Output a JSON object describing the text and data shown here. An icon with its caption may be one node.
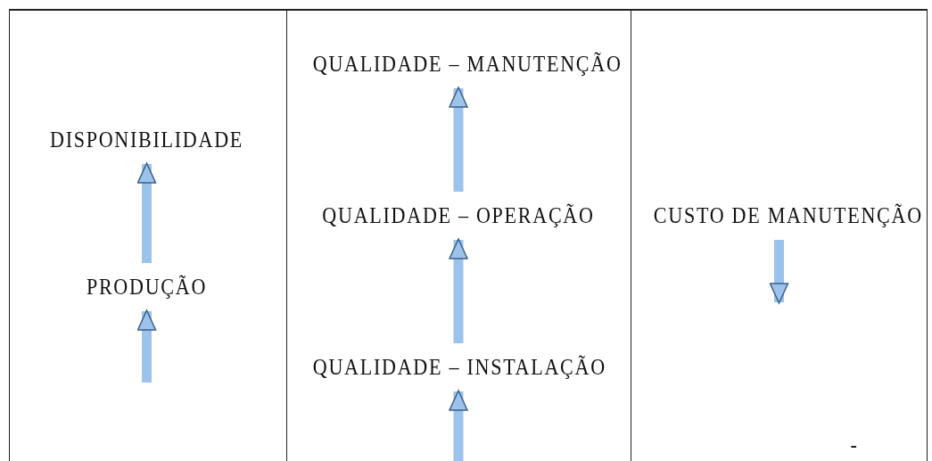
{
  "diagram": {
    "nodes": [
      {
        "text": [],
        "shape": "box"
      },
      {
        "text": [],
        "shape": "box"
      },
      {
        "text": [],
        "shape": "box"
      },
      {
        "text": [
          "DISPONIBILIDADE"
        ],
        "in": 0
      },
      {
        "text": [
          "PRODUÇÃO"
        ],
        "in": 0
      },
      {
        "text": [
          "QUALIDADE – MANUTENÇÃO"
        ],
        "in": 1
      },
      {
        "text": [
          "QUALIDADE – OPERAÇÃO"
        ],
        "in": 1
      },
      {
        "text": [
          "QUALIDADE – INSTALAÇÃO"
        ],
        "in": 1
      },
      {
        "text": [
          "CUSTO DE MANUTENÇÃO"
        ],
        "in": 2
      }
    ],
    "edges": [
      {
        "from": 4,
        "to": 3,
        "arrow": "to"
      },
      {
        "from": null,
        "to": 4,
        "arrow": "to"
      },
      {
        "from": 6,
        "to": 5,
        "arrow": "to"
      },
      {
        "from": 7,
        "to": 6,
        "arrow": "to"
      },
      {
        "from": null,
        "to": 7,
        "arrow": "to"
      },
      {
        "from": 8,
        "to": null,
        "arrow": "to"
      }
    ],
    "labels": [
      "-"
    ]
  }
}
